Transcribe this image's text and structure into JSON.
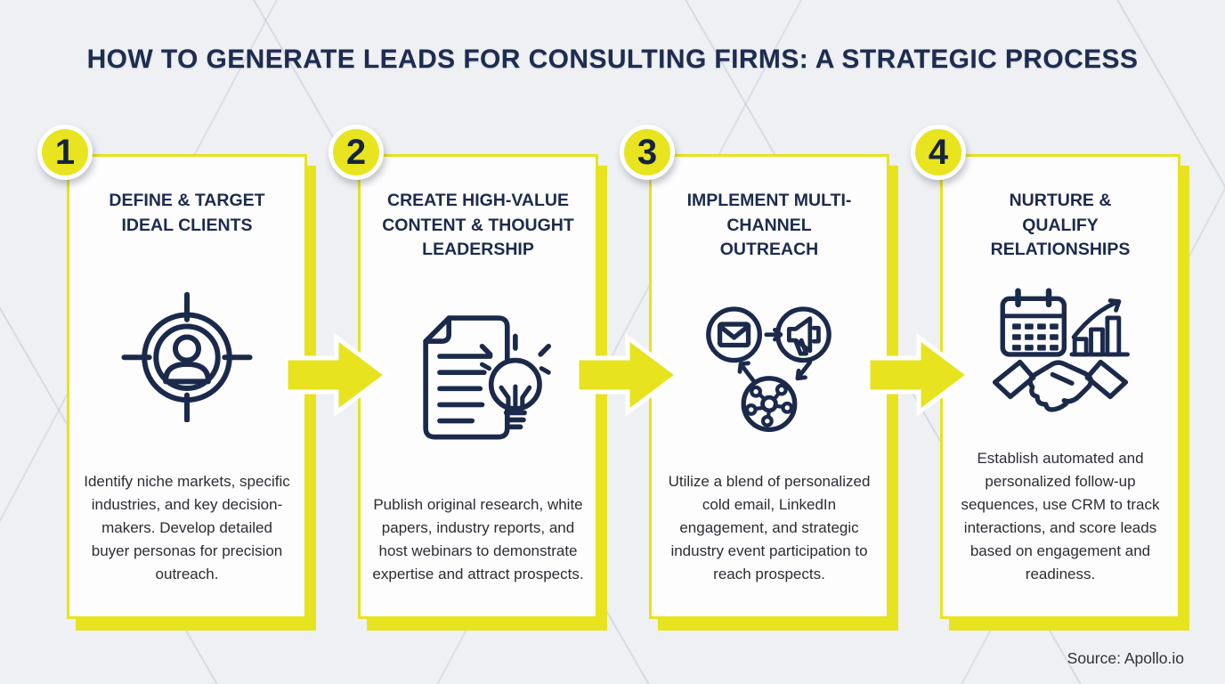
{
  "page": {
    "title": "HOW TO GENERATE LEADS FOR CONSULTING FIRMS: A STRATEGIC PROCESS",
    "source": "Source: Apollo.io"
  },
  "colors": {
    "accent_yellow": "#e7e31f",
    "navy": "#1b2a4b",
    "background": "#eef0f4",
    "card": "#fdfdfe",
    "body_text": "#2b2d32"
  },
  "steps": [
    {
      "number": "1",
      "title": "DEFINE & TARGET IDEAL CLIENTS",
      "description": "Identify niche markets, specific industries, and key decision-makers. Develop detailed buyer personas for precision outreach.",
      "icon": "target-audience-icon"
    },
    {
      "number": "2",
      "title": "CREATE HIGH-VALUE CONTENT & THOUGHT LEADERSHIP",
      "description": "Publish original research, white papers, industry reports, and host webinars to demonstrate expertise and attract prospects.",
      "icon": "document-lightbulb-icon"
    },
    {
      "number": "3",
      "title": "IMPLEMENT MULTI-CHANNEL OUTREACH",
      "description": "Utilize a blend of personalized cold email, LinkedIn engagement, and strategic industry event participation to reach prospects.",
      "icon": "email-megaphone-network-icon"
    },
    {
      "number": "4",
      "title": "NURTURE & QUALIFY RELATIONSHIPS",
      "description": "Establish automated and personalized follow-up sequences, use CRM to track interactions, and score leads based on engagement and readiness.",
      "icon": "calendar-chart-handshake-icon"
    }
  ]
}
